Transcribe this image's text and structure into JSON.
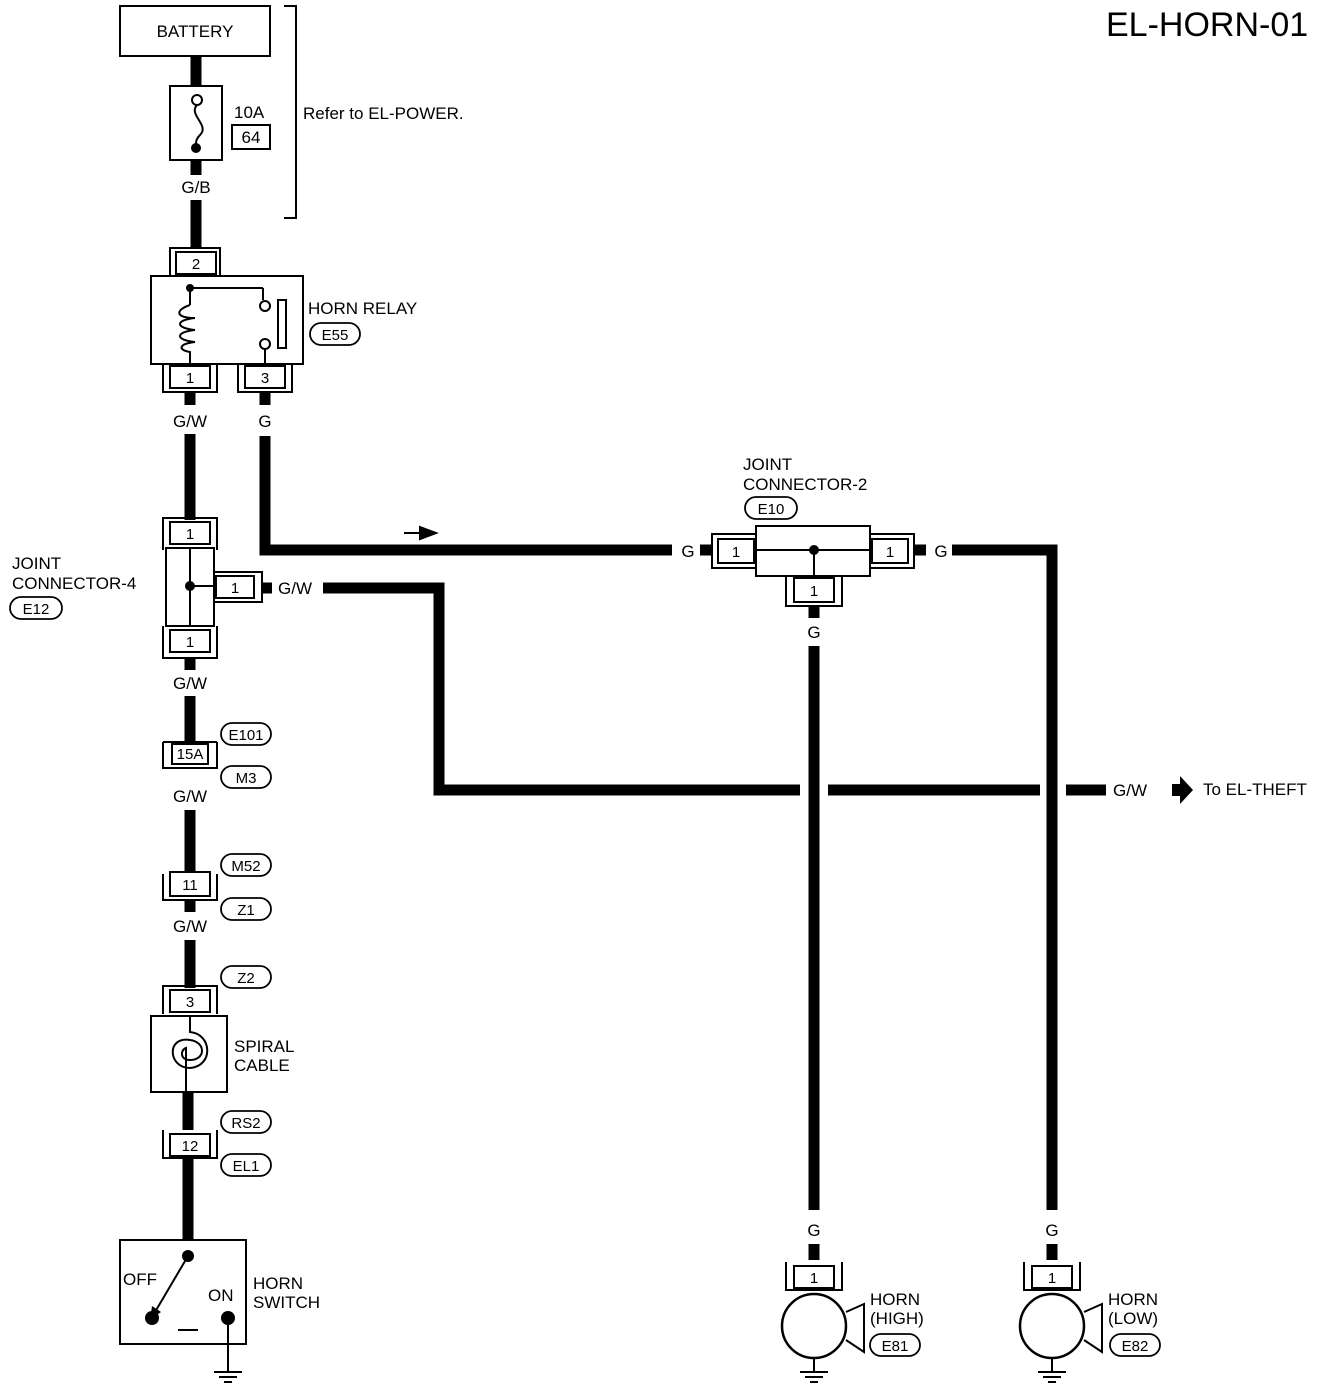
{
  "page_id": "EL-HORN-01",
  "battery": {
    "label": "BATTERY"
  },
  "fuse": {
    "rating": "10A",
    "number": "64"
  },
  "refer_note": "Refer to EL-POWER.",
  "wires": {
    "gb": "G/B",
    "gw": "G/W",
    "g": "G"
  },
  "horn_relay": {
    "name": "HORN RELAY",
    "connector": "E55",
    "pins": [
      "2",
      "1",
      "3"
    ]
  },
  "joint_connector_4": {
    "name_line1": "JOINT",
    "name_line2": "CONNECTOR-4",
    "connector": "E12",
    "pin": "1"
  },
  "joint_connector_2": {
    "name_line1": "JOINT",
    "name_line2": "CONNECTOR-2",
    "connector": "E10",
    "pin": "1"
  },
  "fuse_link": {
    "rating": "15A",
    "connectors": [
      "E101",
      "M3"
    ]
  },
  "connector_11": {
    "pin": "11",
    "connectors": [
      "M52",
      "Z1"
    ]
  },
  "spiral_cable": {
    "name_line1": "SPIRAL",
    "name_line2": "CABLE",
    "pin": "3",
    "connector_top": "Z2",
    "pin_bottom": "12",
    "connectors_bottom": [
      "RS2",
      "EL1"
    ]
  },
  "horn_switch": {
    "name_line1": "HORN",
    "name_line2": "SWITCH",
    "off": "OFF",
    "on": "ON"
  },
  "horn_high": {
    "name_line1": "HORN",
    "name_line2": "(HIGH)",
    "connector": "E81",
    "pin": "1"
  },
  "horn_low": {
    "name_line1": "HORN",
    "name_line2": "(LOW)",
    "connector": "E82",
    "pin": "1"
  },
  "to_theft": {
    "label": "To EL-THEFT",
    "wire": "G/W"
  }
}
